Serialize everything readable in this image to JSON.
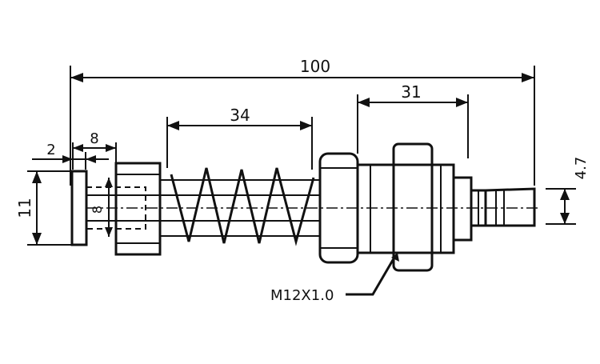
{
  "diagram": {
    "dimensions": {
      "overall_length": "100",
      "spring_length": "34",
      "thread_section_length": "31",
      "head_thickness": "8",
      "head_offset": "2",
      "head_height": "11",
      "inner_diameter": "8",
      "tip_diameter": "4.7"
    },
    "thread_callout": "M12X1.0",
    "colors": {
      "line": "#111111",
      "background": "#ffffff"
    }
  }
}
